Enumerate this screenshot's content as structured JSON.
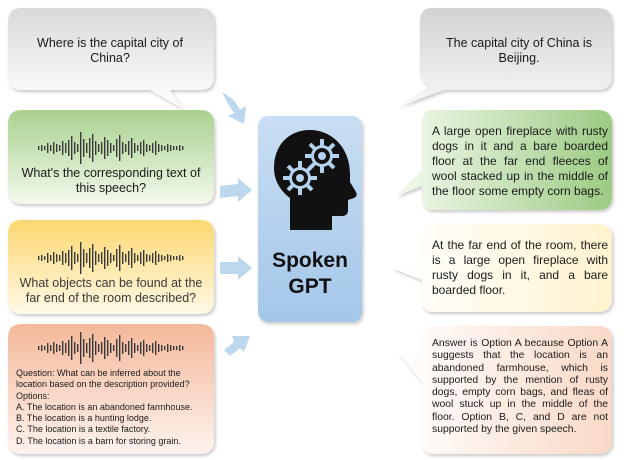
{
  "left_boxes": [
    {
      "text": "Where is the capital city of China?"
    },
    {
      "text": "What's the corresponding text of this speech?"
    },
    {
      "text": "What objects can be found at the far end of the room described?"
    },
    {
      "lines": [
        "Question: What can be inferred about the",
        "location based on the description provided?",
        "Options:",
        "A. The location is an abandoned farmhouse.",
        "B. The location is a hunting lodge.",
        "C. The location is a textile factory.",
        "D. The location is a barn for storing grain."
      ]
    }
  ],
  "right_boxes": [
    {
      "text": "The capital city of China is Beijing."
    },
    {
      "text": "A large open fireplace with rusty dogs in it and a bare boarded floor at the far end fleeces of wool stacked up in the middle of the floor some empty corn bags."
    },
    {
      "text": "At the far end of the room, there is a large open fireplace with rusty dogs in it, and a bare boarded floor."
    },
    {
      "text": "Answer is Option A because Option A suggests that the location is an abandoned farmhouse, which is supported by the mention of rusty dogs, empty corn bags, and fleas of wool stuck up in the middle of the floor. Option B, C, and D are not supported by the given speech."
    }
  ],
  "center": {
    "title_line1": "Spoken",
    "title_line2": "GPT",
    "icon": "head-gears-icon"
  },
  "colors": {
    "gray": "#d6d6d6",
    "green": "#bcdba7",
    "yellow": "#fbe08e",
    "peach": "#f7cfb8",
    "center": "#b3d2ee",
    "arrow": "#bdd7ee"
  }
}
